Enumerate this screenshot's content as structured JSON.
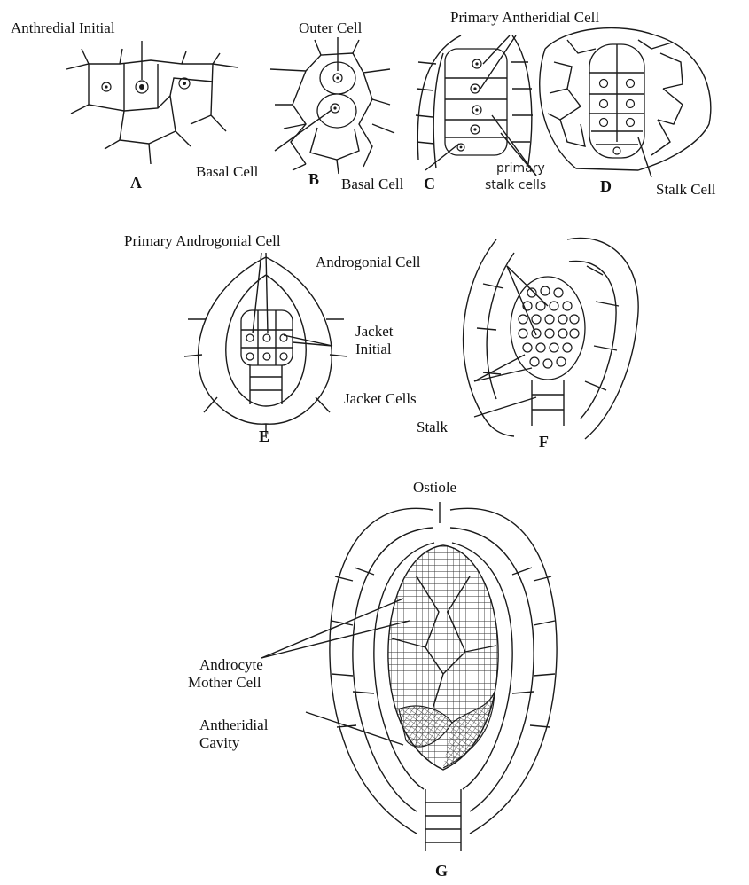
{
  "panels": [
    {
      "id": "A",
      "letter": "A",
      "labels": [
        "Anthredial Initial"
      ]
    },
    {
      "id": "B",
      "letter": "B",
      "labels": [
        "Outer Cell",
        "Basal Cell"
      ]
    },
    {
      "id": "C",
      "letter": "C",
      "labels": [
        "Primary Antheridial Cell",
        "Basal Cell",
        "primary",
        "stalk cells"
      ]
    },
    {
      "id": "D",
      "letter": "D",
      "labels": [
        "Stalk Cell"
      ]
    },
    {
      "id": "E",
      "letter": "E",
      "labels": [
        "Primary Androgonial Cell",
        "Jacket",
        "Initial"
      ]
    },
    {
      "id": "F",
      "letter": "F",
      "labels": [
        "Androgonial Cell",
        "Jacket Cells",
        "Stalk"
      ]
    },
    {
      "id": "G",
      "letter": "G",
      "labels": [
        "Ostiole",
        "Androcyte",
        "Mother Cell",
        "Antheridial",
        "Cavity"
      ]
    }
  ]
}
